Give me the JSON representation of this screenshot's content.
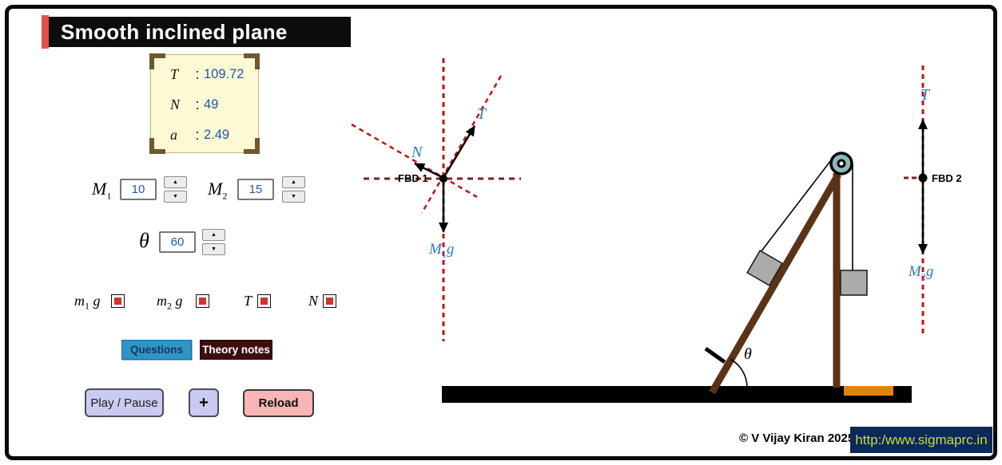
{
  "title": "Smooth inclined plane",
  "info_box": {
    "rows": [
      {
        "symbol": "T",
        "sep": ":",
        "value": "109.72"
      },
      {
        "symbol": "N",
        "sep": ":",
        "value": "49"
      },
      {
        "symbol": "a",
        "sep": ":",
        "value": "2.49"
      }
    ]
  },
  "controls": {
    "m1": {
      "label_main": "M",
      "label_sub": "1",
      "value": "10"
    },
    "m2": {
      "label_main": "M",
      "label_sub": "2",
      "value": "15"
    },
    "theta": {
      "label": "θ",
      "value": "60"
    }
  },
  "icons": {
    "spinner_up": "▲",
    "spinner_down": "▼"
  },
  "checkboxes": [
    {
      "main": "m",
      "sub": "1",
      "tail": " g",
      "checked": true
    },
    {
      "main": "m",
      "sub": "2",
      "tail": " g",
      "checked": true
    },
    {
      "main": "T",
      "sub": "",
      "tail": "",
      "checked": true
    },
    {
      "main": "N",
      "sub": "",
      "tail": "",
      "checked": true
    }
  ],
  "buttons": {
    "questions": "Questions",
    "theory_notes": "Theory notes",
    "play_pause": "Play / Pause",
    "plus": "+",
    "reload": "Reload"
  },
  "fbd1": {
    "name": "FBD 1",
    "tension_label": "T",
    "normal_label": "N",
    "weight_main": "M",
    "weight_sub": "1",
    "weight_tail": "g"
  },
  "fbd2": {
    "name": "FBD 2",
    "tension_label": "T",
    "weight_main": "M",
    "weight_sub": "2",
    "weight_tail": "g"
  },
  "scene": {
    "theta_label": "θ"
  },
  "footer": {
    "copyright": "©  V Vijay Kiran 2025",
    "url": "http:/www.sigmaprc.in"
  },
  "colors": {
    "title_accent_red": "#E25050",
    "dashed_red": "#C41212",
    "dashed_maroon": "#7E1F1F",
    "force_label_blue": "#2E7CB8",
    "value_blue": "#2156A8",
    "checkbox_red": "#CE3530",
    "questions_bg": "#2E96C6",
    "theory_bg": "#3F0D0D",
    "play_bg": "#CBCBF1",
    "reload_bg": "#F9B5B5",
    "beam_brown": "#5A3317",
    "pulley_fill": "#8FB6B8",
    "block_gray": "#ABABAB",
    "ground_orange": "#DD8512",
    "url_bg": "#0B2A55",
    "url_text": "#C9DA35",
    "info_bg": "#FCFAD4"
  }
}
